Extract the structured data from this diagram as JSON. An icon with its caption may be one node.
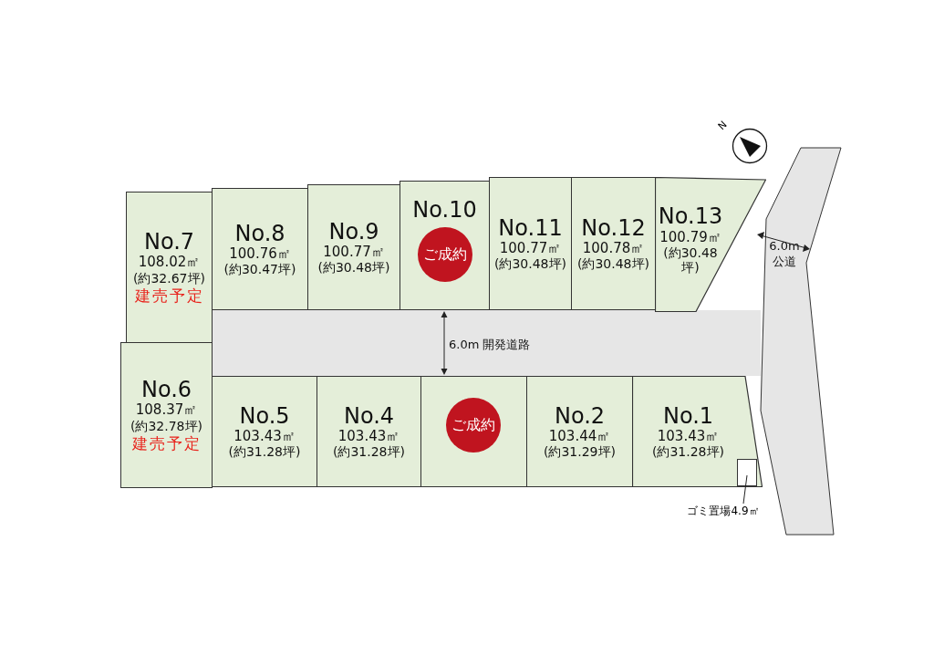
{
  "diagram": {
    "nodes": [
      {
        "text": [
          "No.7",
          "108.02㎡",
          "(約32.67坪)",
          "建売予定"
        ]
      },
      {
        "text": [
          "No.8",
          "100.76㎡",
          "(約30.47坪)"
        ]
      },
      {
        "text": [
          "No.9",
          "100.77㎡",
          "(約30.48坪)"
        ]
      },
      {
        "text": [
          "No.10"
        ]
      },
      {
        "text": [
          "ご成約"
        ],
        "in": 3
      },
      {
        "text": [
          "No.11",
          "100.77㎡",
          "(約30.48坪)"
        ]
      },
      {
        "text": [
          "No.12",
          "100.78㎡",
          "(約30.48坪)"
        ]
      },
      {
        "text": [
          "No.13",
          "100.79㎡",
          "(約30.48坪)"
        ]
      },
      {
        "text": [
          "6.0m 公道"
        ]
      },
      {
        "text": [
          "6.0m 開発道路"
        ]
      },
      {
        "text": [
          "No.6",
          "108.37㎡",
          "(約32.78坪)",
          "建売予定"
        ]
      },
      {
        "text": [
          "No.5",
          "103.43㎡",
          "(約31.28坪)"
        ]
      },
      {
        "text": [
          "No.4",
          "103.43㎡",
          "(約31.28坪)"
        ]
      },
      {
        "text": [],
        "shape": "box"
      },
      {
        "text": [
          "ご成約"
        ],
        "in": 13
      },
      {
        "text": [
          "No.2",
          "103.44㎡",
          "(約31.29坪)"
        ]
      },
      {
        "text": [
          "No.1",
          "103.43㎡",
          "(約31.28坪)"
        ]
      },
      {
        "text": [],
        "shape": "box",
        "in": 16
      },
      {
        "text": [
          "ゴミ置場4.9㎡"
        ]
      }
    ],
    "edges": [
      {
        "from": 18,
        "to": 17,
        "arrow": "none"
      }
    ],
    "labels": [
      "N"
    ]
  }
}
